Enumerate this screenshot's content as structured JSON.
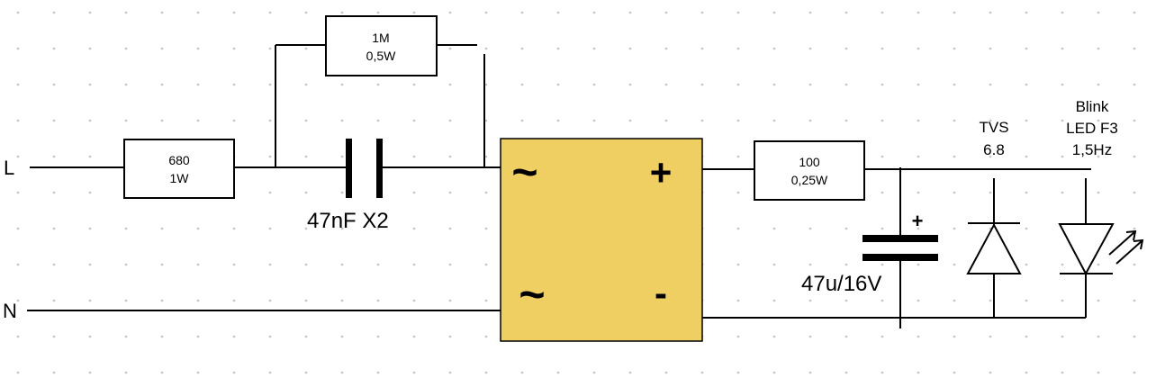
{
  "colors": {
    "background": "#ffffff",
    "grid_dot": "#c8c8c8",
    "rectifier_fill": "#f0cf62",
    "line": "#000000"
  },
  "terminals": {
    "live": "L",
    "neutral": "N"
  },
  "resistor_680": {
    "value": "680",
    "power": "1W"
  },
  "resistor_1m": {
    "value": "1M",
    "power": "0,5W"
  },
  "capacitor_x2": {
    "label": "47nF X2"
  },
  "bridge": {
    "ac_top": "~",
    "ac_bottom": "~",
    "plus": "+",
    "minus": "-"
  },
  "resistor_100": {
    "value": "100",
    "power": "0,25W"
  },
  "electrolytic": {
    "polarity": "+",
    "label": "47u/16V"
  },
  "tvs": {
    "name": "TVS",
    "value": "6.8"
  },
  "led": {
    "line1": "Blink",
    "line2": "LED F3",
    "line3": "1,5Hz"
  }
}
